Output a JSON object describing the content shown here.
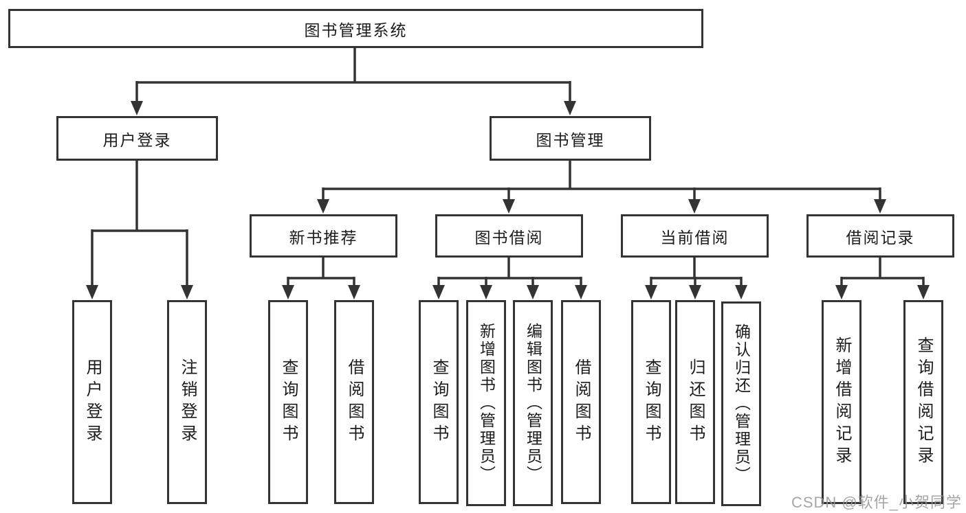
{
  "diagram": {
    "root": {
      "label": "图书管理系统"
    },
    "level2": [
      {
        "label": "用户登录",
        "parent": "图书管理系统"
      },
      {
        "label": "图书管理",
        "parent": "图书管理系统"
      }
    ],
    "level3": [
      {
        "label": "新书推荐",
        "parent": "图书管理"
      },
      {
        "label": "图书借阅",
        "parent": "图书管理"
      },
      {
        "label": "当前借阅",
        "parent": "图书管理"
      },
      {
        "label": "借阅记录",
        "parent": "图书管理"
      }
    ],
    "leaves": [
      {
        "label": "用户登录",
        "parent": "用户登录"
      },
      {
        "label": "注销登录",
        "parent": "用户登录"
      },
      {
        "label": "查询图书",
        "parent": "新书推荐"
      },
      {
        "label": "借阅图书",
        "parent": "新书推荐"
      },
      {
        "label": "查询图书",
        "parent": "图书借阅"
      },
      {
        "label": "新增图书（管理员）",
        "parent": "图书借阅"
      },
      {
        "label": "编辑图书（管理员）",
        "parent": "图书借阅"
      },
      {
        "label": "借阅图书",
        "parent": "图书借阅"
      },
      {
        "label": "查询图书",
        "parent": "当前借阅"
      },
      {
        "label": "归还图书",
        "parent": "当前借阅"
      },
      {
        "label": "确认归还（管理员）",
        "parent": "当前借阅"
      },
      {
        "label": "新增借阅记录",
        "parent": "借阅记录"
      },
      {
        "label": "查询借阅记录",
        "parent": "借阅记录"
      }
    ]
  },
  "watermark": "CSDN @软件_小贺同学",
  "colors": {
    "line": "#333333",
    "box_border": "#333333",
    "text": "#1c1c1c",
    "background": "#ffffff",
    "watermark": "#969696"
  }
}
